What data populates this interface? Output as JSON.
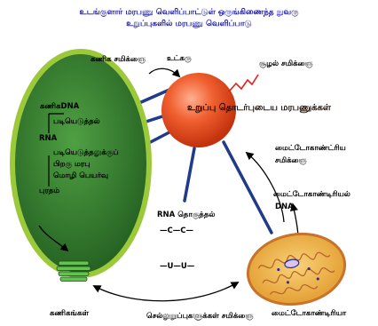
{
  "title": {
    "line1": "உடங்குளார் மரபணு வெளிப்பாட்டுள் ஒருங்கிணைந்த நுவரு",
    "line2": "உறுப்புகளில் மரபணு வெளிப்பாடு"
  },
  "labels": {
    "nucleus_signal": "கணிக சமிக்ஞை",
    "top_centre": "உட்கரு",
    "environment_signal": "சூழல் சமிக்ஞை",
    "nucleus_proteins": "உறுப்பு தொடர்புடைய மரபணுக்கள்",
    "mito_signal_line1": "மைட்டோகாண்ட்ரிய",
    "mito_signal_line2": "சமிக்ஞை",
    "rna_editing": "RNA தொகுத்தல்",
    "mito_dna_line1": "மைட்டோகாண்டிரியல்",
    "mito_dna": "DNA",
    "plastids": "கணிகங்கள்",
    "retrograde_signal": "செல்லுறுப்புகளுக்கள் சமிக்ஞை",
    "mitochondria": "மைட்டோகாண்டிரியா"
  },
  "chloroplast_text": {
    "dna": "கணிகDNA",
    "replication": "படியெடுத்தல்",
    "rna": "RNA",
    "translation_line1": "படியெடுத்தலுக்குப்",
    "translation_line2": "பிறகு மரபு",
    "translation_line3": "மொழி பெயர்வு",
    "membrane": "புரதம்"
  },
  "rna_strands": {
    "strand1": "—C—C—",
    "strand2": "—U—U—"
  },
  "colors": {
    "chloroplast_fill": "#2f7d2c",
    "chloroplast_border": "#9cc93a",
    "nucleus": "#e8451a",
    "connector": "#1f3b8a",
    "mito_fill": "#f0b53c",
    "mito_border": "#c8732a",
    "title": "#1a1aa6"
  }
}
